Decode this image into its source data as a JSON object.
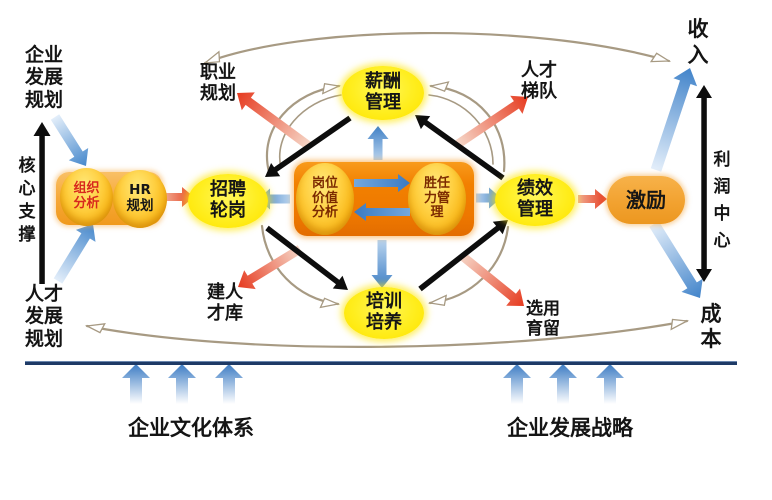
{
  "labels": {
    "enterprise_planning": "企业\n发展\n规划",
    "core_support": "核\n心\n支\n撑",
    "talent_planning": "人才\n发展\n规划",
    "career_planning": "职业\n规划",
    "talent_echelon": "人才\n梯队",
    "talent_pool": "建人\n才库",
    "selection_retention": "选用\n育留",
    "revenue": "收\n入",
    "profit_center": "利\n润\n中\n心",
    "cost": "成\n本",
    "culture_system": "企业文化体系",
    "development_strategy": "企业发展战略"
  },
  "nodes": {
    "org_analysis": "组织\n分析",
    "hr_planning": "HR\n规划",
    "recruitment_rotation": "招聘\n轮岗",
    "compensation_mgmt": "薪酬\n管理",
    "performance_mgmt": "绩效\n管理",
    "training_dev": "培训\n培养",
    "job_value_analysis": "岗位\n价值\n分析",
    "competency_mgmt": "胜任\n力管\n理",
    "incentive": "激励"
  },
  "colors": {
    "node_yellow": "#ffe912",
    "center_orange": "#ef7c00",
    "light_orange": "#f5a42f",
    "incentive_orange": "#f2a02e",
    "cylinder_yellow": "#fdc62e",
    "arrow_blue": "#3f7ec6",
    "arrow_blue_pale": "#e3eefa",
    "arrow_red": "#e63a1f",
    "arrow_red_pale": "#f6d7c8",
    "black": "#0d0d0d",
    "sketch_tan": "#a79a83",
    "baseline_navy": "#1e3a66",
    "maroon_text": "#7c2a00",
    "red_text": "#d8281c"
  }
}
